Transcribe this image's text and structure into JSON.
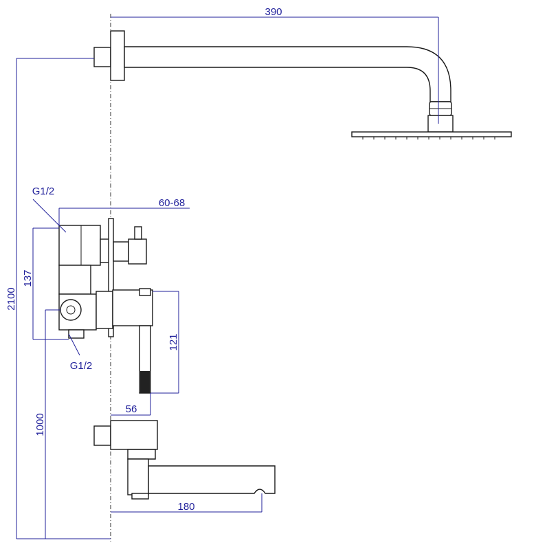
{
  "colors": {
    "dimension": "#1f1f9a",
    "outline": "#1a1a1a",
    "background": "#ffffff"
  },
  "dimensions": {
    "arm_length": "390",
    "total_height": "2100",
    "wall_depth": "60-68",
    "mixer_height": "137",
    "lever_height": "121",
    "lever_offset": "56",
    "spout_height": "1000",
    "spout_length": "180"
  },
  "threads": {
    "upper_inlet": "G1/2",
    "lower_inlet": "G1/2"
  }
}
